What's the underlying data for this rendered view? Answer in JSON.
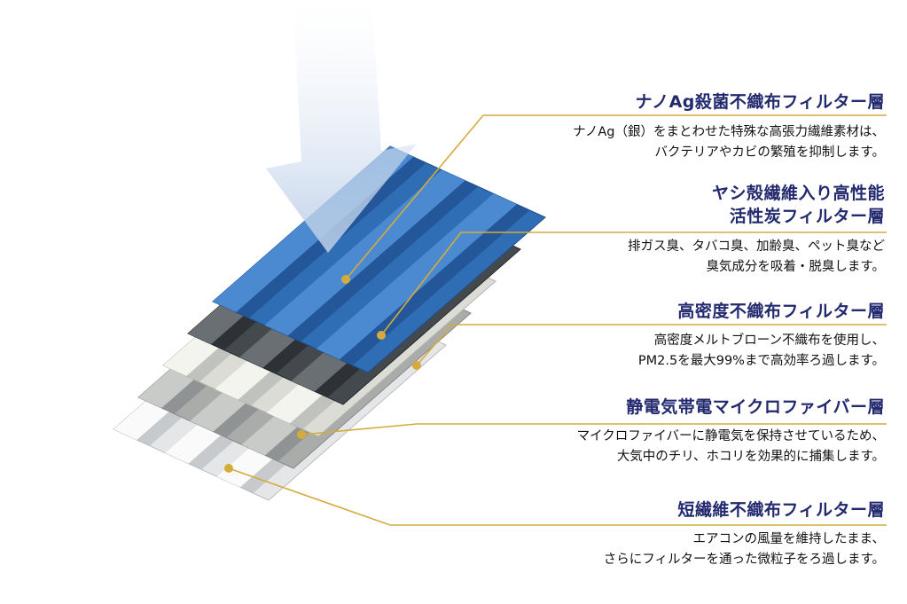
{
  "colors": {
    "title": "#22296e",
    "leader": "#d6ab3c",
    "blue_layer": "#2f6db5",
    "carbon_layer": "#3d4247",
    "arrow": "#c9d8ec"
  },
  "layers": [
    {
      "title": [
        "ナノAg殺菌不織布フィルター層"
      ],
      "desc": [
        "ナノAg（銀）をまとわせた特殊な高張力繊維素材は、",
        "バクテリアやカビの繁殖を抑制します。"
      ]
    },
    {
      "title": [
        "ヤシ殻繊維入り高性能",
        "活性炭フィルター層"
      ],
      "desc": [
        "排ガス臭、タバコ臭、加齢臭、ペット臭など",
        "臭気成分を吸着・脱臭します。"
      ]
    },
    {
      "title": [
        "高密度不織布フィルター層"
      ],
      "desc": [
        "高密度メルトブローン不織布を使用し、",
        "PM2.5を最大99%まで高効率ろ過します。"
      ]
    },
    {
      "title": [
        "静電気帯電マイクロファイバー層"
      ],
      "desc": [
        "マイクロファイバーに静電気を保持させているため、",
        "大気中のチリ、ホコリを効果的に捕集します。"
      ]
    },
    {
      "title": [
        "短繊維不織布フィルター層"
      ],
      "desc": [
        "エアコンの風量を維持したまま、",
        "さらにフィルターを通った微粒子をろ過します。"
      ]
    }
  ]
}
